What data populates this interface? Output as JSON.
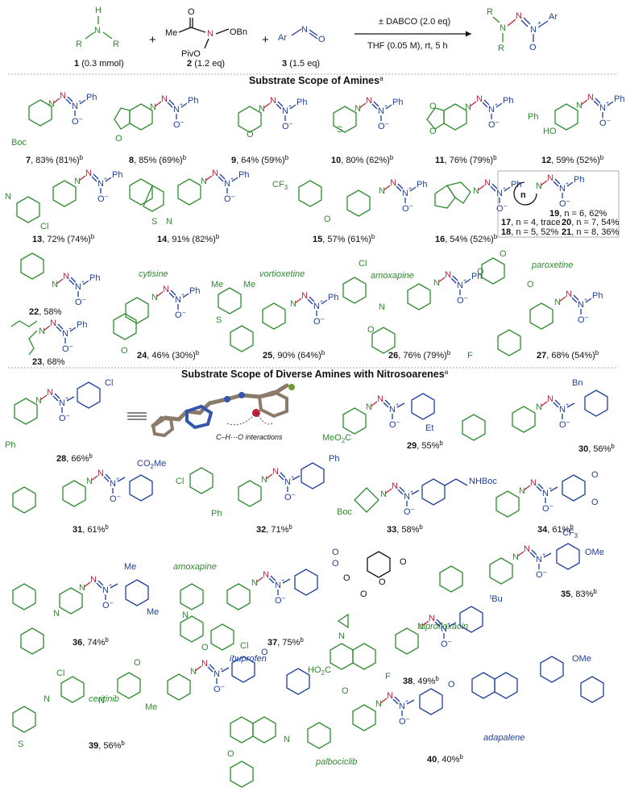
{
  "colors": {
    "amine": "#2e8b2e",
    "nitroso": "#1f3f9a",
    "azo": "#c0203a",
    "text": "#111111"
  },
  "scheme": {
    "reagent1_label": "(0.3 mmol)",
    "reagent1_num": "1",
    "reagent2_label": "(1.2 eq)",
    "reagent2_num": "2",
    "reagent3_label": "(1.5 eq)",
    "reagent3_num": "3",
    "conditions_top": "± DABCO (2.0 eq)",
    "conditions_bottom": "THF (0.05 M), rt, 5 h",
    "plus": "+"
  },
  "sections": {
    "amines_heading": "Substrate Scope of Amines",
    "nitroso_heading": "Substrate Scope of Diverse Amines with Nitrosoarenes",
    "superscript_a": "a"
  },
  "interaction_label": "C–H···O interactions",
  "entries": [
    {
      "num": "7",
      "text": ", 83% (81%)",
      "sup": "b"
    },
    {
      "num": "8",
      "text": ", 85% (69%)",
      "sup": "b"
    },
    {
      "num": "9",
      "text": ", 64% (59%)",
      "sup": "b"
    },
    {
      "num": "10",
      "text": ", 80% (62%)",
      "sup": "b"
    },
    {
      "num": "11",
      "text": ", 76% (79%)",
      "sup": "b"
    },
    {
      "num": "12",
      "text": ", 59% (52%)",
      "sup": "b"
    },
    {
      "num": "13",
      "text": ", 72% (74%)",
      "sup": "b"
    },
    {
      "num": "14",
      "text": ", 91% (82%)",
      "sup": "b"
    },
    {
      "num": "15",
      "text": ", 57% (61%)",
      "sup": "b"
    },
    {
      "num": "16",
      "text": ", 54% (52%)",
      "sup": "b"
    },
    {
      "num": "22",
      "text": ", 58%",
      "sup": ""
    },
    {
      "num": "23",
      "text": ", 68%",
      "sup": ""
    },
    {
      "num": "24",
      "text": ", 46% (30%)",
      "sup": "b"
    },
    {
      "num": "25",
      "text": ", 90% (64%)",
      "sup": "b"
    },
    {
      "num": "26",
      "text": ", 76% (79%)",
      "sup": "b"
    },
    {
      "num": "27",
      "text": ", 68% (54%)",
      "sup": "b"
    },
    {
      "num": "28",
      "text": ", 66%",
      "sup": "b"
    },
    {
      "num": "29",
      "text": ", 55%",
      "sup": "b"
    },
    {
      "num": "30",
      "text": ", 56%",
      "sup": "b"
    },
    {
      "num": "31",
      "text": ", 61%",
      "sup": "b"
    },
    {
      "num": "32",
      "text": ", 71%",
      "sup": "b"
    },
    {
      "num": "33",
      "text": ", 58%",
      "sup": "b"
    },
    {
      "num": "34",
      "text": ", 61%",
      "sup": "b"
    },
    {
      "num": "35",
      "text": ", 83%",
      "sup": "b"
    },
    {
      "num": "36",
      "text": ", 74%",
      "sup": "b"
    },
    {
      "num": "37",
      "text": ", 75%",
      "sup": "b"
    },
    {
      "num": "38",
      "text": ", 49%",
      "sup": "b"
    },
    {
      "num": "39",
      "text": ", 56%",
      "sup": "b"
    },
    {
      "num": "40",
      "text": ", 40%",
      "sup": "b"
    }
  ],
  "ring_box": {
    "n_label": "n",
    "rows": [
      {
        "num": "19",
        "text": ", n = 6,  62%"
      },
      {
        "num": "17",
        "text": ", n = 4, trace"
      },
      {
        "num": "20",
        "text": ", n = 7,  54%"
      },
      {
        "num": "18",
        "text": ", n = 5,  52%"
      },
      {
        "num": "21",
        "text": ", n = 8,  36%"
      }
    ]
  },
  "drug_names": {
    "cytisine": "cytisine",
    "vortioxetine": "vortioxetine",
    "amoxapine": "amoxapine",
    "paroxetine": "paroxetine",
    "amoxapine2": "amoxapine",
    "ciprofloxacin": "ciprofloxacin",
    "ibuprofen": "ibuprofen",
    "adapalene": "adapalene",
    "ceritinib": "ceritinib",
    "palbociclib": "palbociclib"
  },
  "atoms": {
    "boc": "Boc",
    "ph": "Ph",
    "o": "O",
    "s": "S",
    "n": "N",
    "cl": "Cl",
    "f": "F",
    "cf3": "CF",
    "ome": "OMe",
    "me": "Me",
    "et": "Et",
    "bn": "Bn",
    "co2me": "CO",
    "meo2c": "MeO",
    "nhboc": "NHBoc",
    "ho": "HO",
    "tbu": "Bu",
    "oxide": "O",
    "ho2c": "HO",
    "pivo": "PivO",
    "obn": "OBn",
    "ar": "Ar",
    "r1": "R",
    "r2": "R",
    "h": "H",
    "plus_sign": "+",
    "minus_sign": "–",
    "three": "3",
    "two": "2"
  }
}
